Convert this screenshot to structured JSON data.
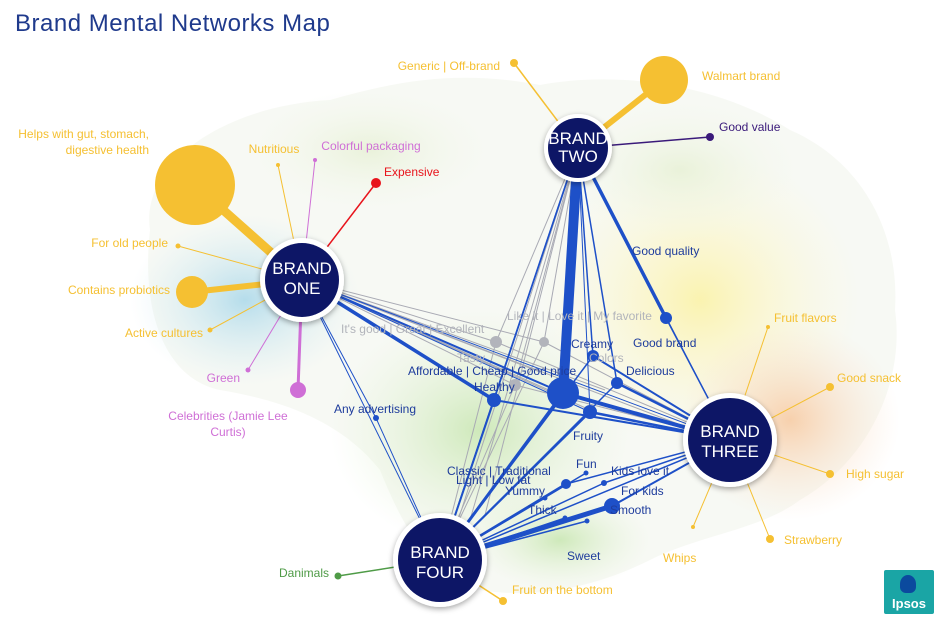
{
  "title": "Brand Mental Networks Map",
  "colors": {
    "brand_fill": "#0d1466",
    "strong_link": "#1e50c8",
    "weak_link": "#a9aab4",
    "yellow": "#f5c032",
    "purple": "#cf6fd6",
    "red": "#e8141c",
    "dark_purple": "#3a1a7a",
    "blue_text": "#1e3c9c",
    "green": "#4f9b47",
    "gray_text": "#b2b4bb"
  },
  "brands": [
    {
      "id": "one",
      "line1": "BRAND",
      "line2": "ONE"
    },
    {
      "id": "two",
      "line1": "BRAND",
      "line2": "TWO"
    },
    {
      "id": "three",
      "line1": "BRAND",
      "line2": "THREE"
    },
    {
      "id": "four",
      "line1": "BRAND",
      "line2": "FOUR"
    }
  ],
  "attributes": [
    {
      "id": "gut_l1",
      "text": "Helps with gut, stomach,",
      "color": "yellow"
    },
    {
      "id": "gut_l2",
      "text": "digestive health",
      "color": "yellow"
    },
    {
      "id": "nutritious",
      "text": "Nutritious",
      "color": "yellow"
    },
    {
      "id": "colorful",
      "text": "Colorful packaging",
      "color": "purple"
    },
    {
      "id": "expensive",
      "text": "Expensive",
      "color": "red"
    },
    {
      "id": "generic",
      "text": "Generic | Off-brand",
      "color": "yellow"
    },
    {
      "id": "walmart",
      "text": "Walmart brand",
      "color": "yellow"
    },
    {
      "id": "goodvalue",
      "text": "Good value",
      "color": "dark_purple"
    },
    {
      "id": "oldpeople",
      "text": "For old people",
      "color": "yellow"
    },
    {
      "id": "probiotics",
      "text": "Contains probiotics",
      "color": "yellow"
    },
    {
      "id": "cultures",
      "text": "Active cultures",
      "color": "yellow"
    },
    {
      "id": "green",
      "text": "Green",
      "color": "purple"
    },
    {
      "id": "celeb_l1",
      "text": "Celebrities (Jamie Lee",
      "color": "purple"
    },
    {
      "id": "celeb_l2",
      "text": "Curtis)",
      "color": "purple"
    },
    {
      "id": "advertising",
      "text": "Any advertising",
      "color": "blue_text"
    },
    {
      "id": "goodquality",
      "text": "Good quality",
      "color": "blue_text"
    },
    {
      "id": "goodbrand",
      "text": "Good brand",
      "color": "blue_text"
    },
    {
      "id": "itsgood",
      "text": "It's good | Great | Excellent",
      "color": "gray_text"
    },
    {
      "id": "likeit",
      "text": "Like it | Love it | My favorite",
      "color": "gray_text"
    },
    {
      "id": "tasty",
      "text": "Tasty",
      "color": "gray_text"
    },
    {
      "id": "creamy",
      "text": "Creamy",
      "color": "blue_text"
    },
    {
      "id": "colors",
      "text": "Colors",
      "color": "gray_text"
    },
    {
      "id": "affordable",
      "text": "Affordable | Cheap | Good price",
      "color": "blue_text"
    },
    {
      "id": "healthy",
      "text": "Healthy",
      "color": "blue_text"
    },
    {
      "id": "delicious",
      "text": "Delicious",
      "color": "blue_text"
    },
    {
      "id": "fruity",
      "text": "Fruity",
      "color": "blue_text"
    },
    {
      "id": "classic",
      "text": "Classic | Traditional",
      "color": "blue_text"
    },
    {
      "id": "lightlowfat",
      "text": "Light | Low fat",
      "color": "blue_text"
    },
    {
      "id": "fun",
      "text": "Fun",
      "color": "blue_text"
    },
    {
      "id": "kidslove",
      "text": "Kids love it",
      "color": "blue_text"
    },
    {
      "id": "yummy",
      "text": "Yummy",
      "color": "blue_text"
    },
    {
      "id": "forkids",
      "text": "For kids",
      "color": "blue_text"
    },
    {
      "id": "thick",
      "text": "Thick",
      "color": "blue_text"
    },
    {
      "id": "smooth",
      "text": "Smooth",
      "color": "blue_text"
    },
    {
      "id": "sweet",
      "text": "Sweet",
      "color": "blue_text"
    },
    {
      "id": "fruitflavors",
      "text": "Fruit flavors",
      "color": "yellow"
    },
    {
      "id": "goodsnack",
      "text": "Good snack",
      "color": "yellow"
    },
    {
      "id": "highsugar",
      "text": "High sugar",
      "color": "yellow"
    },
    {
      "id": "whips",
      "text": "Whips",
      "color": "yellow"
    },
    {
      "id": "strawberry",
      "text": "Strawberry",
      "color": "yellow"
    },
    {
      "id": "danimals",
      "text": "Danimals",
      "color": "green"
    },
    {
      "id": "fruitbottom",
      "text": "Fruit on the bottom",
      "color": "yellow"
    }
  ],
  "logo": {
    "text": "Ipsos"
  }
}
